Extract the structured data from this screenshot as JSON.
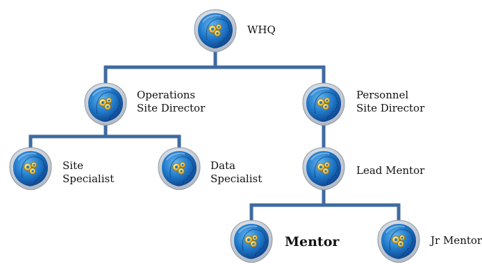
{
  "org_chart": {
    "nodes": [
      {
        "id": "whq",
        "lines": [
          "WHQ"
        ],
        "bold": false
      },
      {
        "id": "operations-site-director",
        "lines": [
          "Operations",
          "Site Director"
        ],
        "bold": false
      },
      {
        "id": "personnel-site-director",
        "lines": [
          "Personnel",
          "Site Director"
        ],
        "bold": false
      },
      {
        "id": "site-specialist",
        "lines": [
          "Site",
          "Specialist"
        ],
        "bold": false
      },
      {
        "id": "data-specialist",
        "lines": [
          "Data",
          "Specialist"
        ],
        "bold": false
      },
      {
        "id": "lead-mentor",
        "lines": [
          "Lead Mentor"
        ],
        "bold": false
      },
      {
        "id": "mentor",
        "lines": [
          "Mentor"
        ],
        "bold": true
      },
      {
        "id": "jr-mentor",
        "lines": [
          "Jr Mentor"
        ],
        "bold": false
      }
    ],
    "links": [
      {
        "from": "whq",
        "to": [
          "operations-site-director",
          "personnel-site-director"
        ]
      },
      {
        "from": "operations-site-director",
        "to": [
          "site-specialist",
          "data-specialist"
        ]
      },
      {
        "from": "personnel-site-director",
        "to": [
          "lead-mentor"
        ]
      },
      {
        "from": "lead-mentor",
        "to": [
          "mentor",
          "jr-mentor"
        ]
      }
    ]
  },
  "colors": {
    "connector": "#3f6aa2",
    "badge_outer": "#d9dde3",
    "badge_inner": "#1e6bb8",
    "gear": "#e8b61a"
  },
  "icons": {
    "node": "head-with-gears-icon"
  }
}
